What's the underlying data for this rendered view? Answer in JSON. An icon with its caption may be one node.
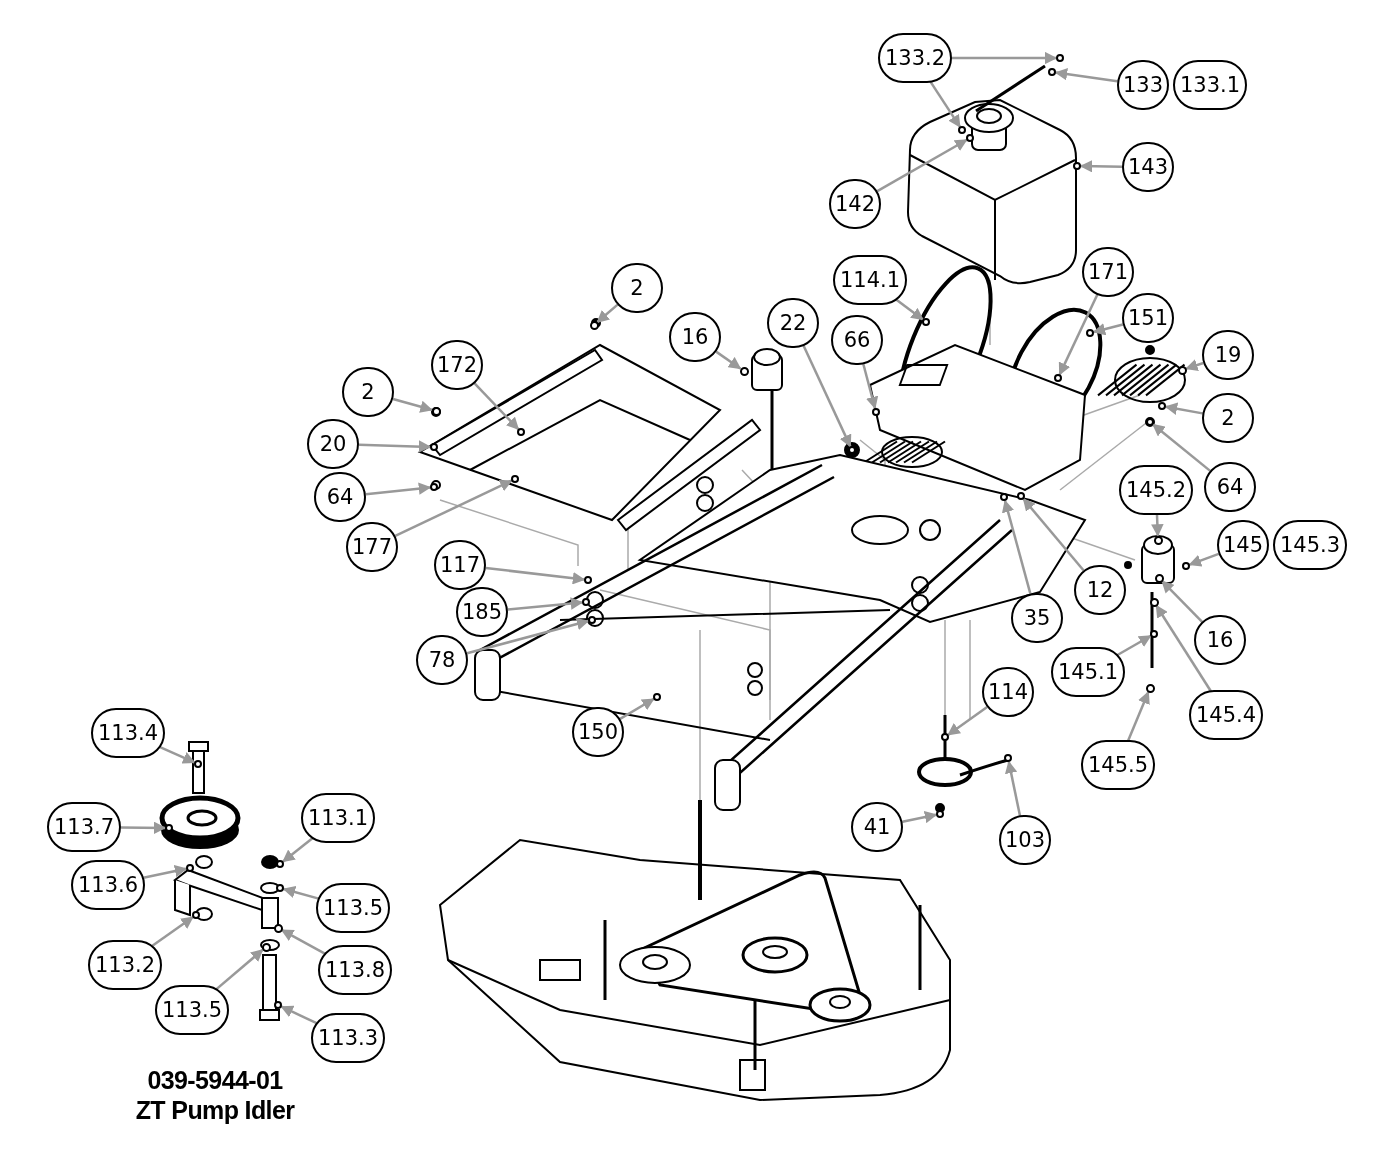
{
  "diagram": {
    "nodes": [
      {
        "text": [
          "133.2"
        ]
      },
      {
        "text": [
          "133"
        ]
      },
      {
        "text": [
          "133.1"
        ]
      },
      {
        "text": [
          "143"
        ]
      },
      {
        "text": [
          "142"
        ]
      },
      {
        "text": [
          "114.1"
        ]
      },
      {
        "text": [
          "171"
        ]
      },
      {
        "text": [
          "151"
        ]
      },
      {
        "text": [
          "2"
        ]
      },
      {
        "text": [
          "16"
        ]
      },
      {
        "text": [
          "22"
        ]
      },
      {
        "text": [
          "66"
        ]
      },
      {
        "text": [
          "19"
        ]
      },
      {
        "text": [
          "172"
        ]
      },
      {
        "text": [
          "2"
        ]
      },
      {
        "text": [
          "2"
        ]
      },
      {
        "text": [
          "20"
        ]
      },
      {
        "text": [
          "64"
        ]
      },
      {
        "text": [
          "64"
        ]
      },
      {
        "text": [
          "145.2"
        ]
      },
      {
        "text": [
          "145"
        ]
      },
      {
        "text": [
          "145.3"
        ]
      },
      {
        "text": [
          "177"
        ]
      },
      {
        "text": [
          "117"
        ]
      },
      {
        "text": [
          "12"
        ]
      },
      {
        "text": [
          "185"
        ]
      },
      {
        "text": [
          "35"
        ]
      },
      {
        "text": [
          "16"
        ]
      },
      {
        "text": [
          "78"
        ]
      },
      {
        "text": [
          "145.1"
        ]
      },
      {
        "text": [
          "114"
        ]
      },
      {
        "text": [
          "145.4"
        ]
      },
      {
        "text": [
          "150"
        ]
      },
      {
        "text": [
          "113.4"
        ]
      },
      {
        "text": [
          "145.5"
        ]
      },
      {
        "text": [
          "113.1"
        ]
      },
      {
        "text": [
          "113.7"
        ]
      },
      {
        "text": [
          "41"
        ]
      },
      {
        "text": [
          "103"
        ]
      },
      {
        "text": [
          "113.6"
        ]
      },
      {
        "text": [
          "113.5"
        ]
      },
      {
        "text": [
          "113.2"
        ]
      },
      {
        "text": [
          "113.8"
        ]
      },
      {
        "text": [
          "113.5"
        ]
      },
      {
        "text": [
          "113.3"
        ]
      },
      {
        "text": [],
        "shape": "circle"
      },
      {
        "text": [],
        "shape": "circle"
      },
      {
        "text": [],
        "shape": "circle"
      },
      {
        "text": [],
        "shape": "circle"
      },
      {
        "text": [],
        "shape": "circle"
      },
      {
        "text": [],
        "shape": "circle"
      },
      {
        "text": [],
        "shape": "circle"
      },
      {
        "text": [],
        "shape": "circle"
      },
      {
        "text": [],
        "shape": "circle"
      },
      {
        "text": [],
        "shape": "circle"
      },
      {
        "text": [],
        "shape": "circle"
      },
      {
        "text": [],
        "shape": "circle"
      },
      {
        "text": [],
        "shape": "circle"
      },
      {
        "text": [],
        "shape": "circle"
      },
      {
        "text": [],
        "shape": "circle"
      },
      {
        "text": [],
        "shape": "circle"
      },
      {
        "text": [],
        "shape": "circle"
      },
      {
        "text": [],
        "shape": "circle"
      },
      {
        "text": [],
        "shape": "circle"
      },
      {
        "text": [],
        "shape": "circle"
      },
      {
        "text": [],
        "shape": "circle"
      },
      {
        "text": [],
        "shape": "circle"
      },
      {
        "text": [],
        "shape": "circle"
      },
      {
        "text": [],
        "shape": "circle"
      },
      {
        "text": [],
        "shape": "circle"
      },
      {
        "text": [],
        "shape": "circle"
      },
      {
        "text": [],
        "shape": "circle"
      },
      {
        "text": [],
        "shape": "circle"
      },
      {
        "text": [],
        "shape": "circle"
      },
      {
        "text": [],
        "shape": "circle"
      },
      {
        "text": [],
        "shape": "circle"
      },
      {
        "text": [],
        "shape": "circle"
      },
      {
        "text": [],
        "shape": "circle"
      },
      {
        "text": [],
        "shape": "circle"
      },
      {
        "text": [],
        "shape": "circle"
      },
      {
        "text": [],
        "shape": "circle"
      },
      {
        "text": [],
        "shape": "circle"
      },
      {
        "text": [],
        "shape": "circle"
      },
      {
        "text": [],
        "shape": "circle"
      },
      {
        "text": [],
        "shape": "circle"
      },
      {
        "text": [],
        "shape": "circle"
      },
      {
        "text": [],
        "shape": "circle"
      },
      {
        "text": [],
        "shape": "circle"
      },
      {
        "text": [],
        "shape": "circle"
      }
    ],
    "edges": [
      {
        "from": 0,
        "to": 55,
        "arrow": "to"
      },
      {
        "from": 0,
        "to": 56,
        "arrow": "to"
      },
      {
        "from": 1,
        "to": 57,
        "arrow": "to"
      },
      {
        "from": 3,
        "to": 58,
        "arrow": "to"
      },
      {
        "from": 4,
        "to": 59,
        "arrow": "to"
      },
      {
        "from": 5,
        "to": 60,
        "arrow": "to"
      },
      {
        "from": 6,
        "to": 61,
        "arrow": "to"
      },
      {
        "from": 7,
        "to": 62,
        "arrow": "to"
      },
      {
        "from": 8,
        "to": 45,
        "arrow": "to"
      },
      {
        "from": 9,
        "to": 46,
        "arrow": "to"
      },
      {
        "from": 10,
        "to": 63,
        "arrow": "to"
      },
      {
        "from": 11,
        "to": 64,
        "arrow": "to"
      },
      {
        "from": 12,
        "to": 47,
        "arrow": "to"
      },
      {
        "from": 13,
        "to": 65,
        "arrow": "to"
      },
      {
        "from": 14,
        "to": 48,
        "arrow": "to"
      },
      {
        "from": 15,
        "to": 66,
        "arrow": "to"
      },
      {
        "from": 16,
        "to": 67,
        "arrow": "to"
      },
      {
        "from": 17,
        "to": 68,
        "arrow": "to"
      },
      {
        "from": 18,
        "to": 69,
        "arrow": "to"
      },
      {
        "from": 19,
        "to": 49,
        "arrow": "to"
      },
      {
        "from": 20,
        "to": 70,
        "arrow": "to"
      },
      {
        "from": 22,
        "to": 71,
        "arrow": "to"
      },
      {
        "from": 23,
        "to": 72,
        "arrow": "to"
      },
      {
        "from": 24,
        "to": 73,
        "arrow": "to"
      },
      {
        "from": 25,
        "to": 74,
        "arrow": "to"
      },
      {
        "from": 26,
        "to": 75,
        "arrow": "to"
      },
      {
        "from": 27,
        "to": 50,
        "arrow": "to"
      },
      {
        "from": 28,
        "to": 76,
        "arrow": "to"
      },
      {
        "from": 29,
        "to": 77,
        "arrow": "to"
      },
      {
        "from": 30,
        "to": 78,
        "arrow": "to"
      },
      {
        "from": 31,
        "to": 51,
        "arrow": "to"
      },
      {
        "from": 32,
        "to": 79,
        "arrow": "to"
      },
      {
        "from": 33,
        "to": 80,
        "arrow": "to"
      },
      {
        "from": 34,
        "to": 52,
        "arrow": "to"
      },
      {
        "from": 35,
        "to": 81,
        "arrow": "to"
      },
      {
        "from": 36,
        "to": 82,
        "arrow": "to"
      },
      {
        "from": 37,
        "to": 83,
        "arrow": "to"
      },
      {
        "from": 38,
        "to": 84,
        "arrow": "to"
      },
      {
        "from": 39,
        "to": 85,
        "arrow": "to"
      },
      {
        "from": 40,
        "to": 86,
        "arrow": "to"
      },
      {
        "from": 41,
        "to": 87,
        "arrow": "to"
      },
      {
        "from": 42,
        "to": 53,
        "arrow": "to"
      },
      {
        "from": 43,
        "to": 54,
        "arrow": "to"
      },
      {
        "from": 44,
        "to": 88,
        "arrow": "to"
      }
    ],
    "labels": [
      "039-5944-01",
      "ZT Pump Idler"
    ]
  }
}
